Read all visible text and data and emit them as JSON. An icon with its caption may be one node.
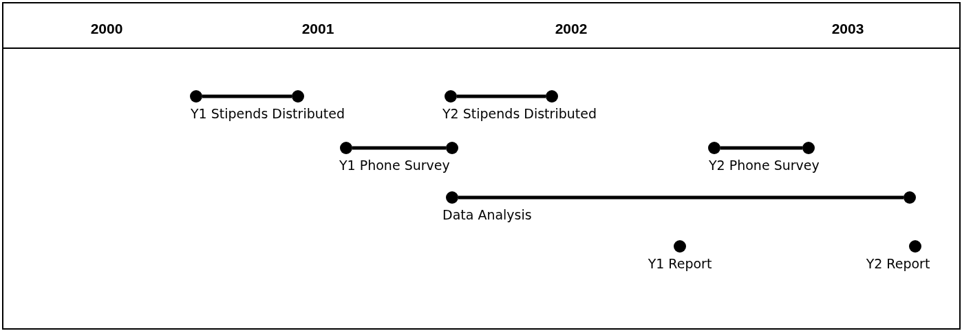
{
  "diagram": {
    "nodes": [
      {
        "text": [],
        "shape": "circle",
        "beside": [
          "Y1 Stipends Distributed"
        ]
      },
      {
        "text": [],
        "shape": "circle"
      },
      {
        "text": [],
        "shape": "circle",
        "beside": [
          "Y2 Stipends Distributed"
        ]
      },
      {
        "text": [],
        "shape": "circle"
      },
      {
        "text": [],
        "shape": "circle",
        "beside": [
          "Y1 Phone Survey"
        ]
      },
      {
        "text": [],
        "shape": "circle"
      },
      {
        "text": [],
        "shape": "circle",
        "beside": [
          "Y2 Phone Survey"
        ]
      },
      {
        "text": [],
        "shape": "circle"
      },
      {
        "text": [],
        "shape": "circle",
        "beside": [
          "Data Analysis"
        ]
      },
      {
        "text": [],
        "shape": "circle"
      },
      {
        "text": [],
        "shape": "circle",
        "beside": [
          "Y1 Report"
        ]
      },
      {
        "text": [],
        "shape": "circle",
        "beside": [
          "Y2 Report"
        ]
      }
    ],
    "edges": [
      {
        "from": 0,
        "to": 1,
        "arrow": "none"
      },
      {
        "from": 2,
        "to": 3,
        "arrow": "none"
      },
      {
        "from": 4,
        "to": 5,
        "arrow": "none"
      },
      {
        "from": 6,
        "to": 7,
        "arrow": "none"
      },
      {
        "from": 8,
        "to": 9,
        "arrow": "none"
      }
    ],
    "labels": [
      "2000",
      "2001",
      "2002",
      "2003"
    ]
  }
}
